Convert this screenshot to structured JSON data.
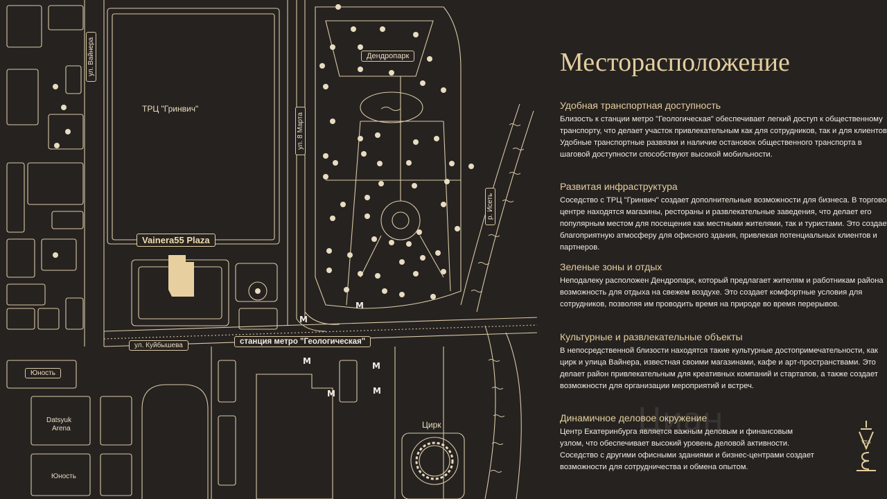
{
  "map": {
    "streets": {
      "vainera": "ул. Вайнера",
      "march8": "ул. 8 Марта",
      "kuybysheva": "ул. Куйбышева",
      "iset": "р. Исеть"
    },
    "places": {
      "grinvich": "ТРЦ \"Гринвич\"",
      "dendropark": "Дендропарк",
      "plaza": "Vainera55 Plaza",
      "metro": "станция метро \"Геологическая\"",
      "yunost1": "Юность",
      "datsyuk1": "Datsyuk",
      "datsyuk2": "Arena",
      "yunost2": "Юность",
      "circus": "Цирк"
    },
    "metro_symbol": "M",
    "colors": {
      "lines": "#d9c9a6",
      "building_highlight": "#e8cfa0",
      "background": "#262220"
    }
  },
  "panel": {
    "title": "Месторасположение",
    "sections": [
      {
        "heading": "Удобная транспортная доступность",
        "text": "Близость к станции метро \"Геологическая\" обеспечивает легкий доступ к общественному транспорту, что делает участок привлекательным как для сотрудников, так и для клиентов. Удобные транспортные развязки и наличие остановок общественного транспорта в шаговой доступности способствуют высокой мобильности."
      },
      {
        "heading": "Развитая инфраструктура",
        "text": "Соседство с ТРЦ \"Гринвич\" создает дополнительные возможности для бизнеса. В торговом центре находятся магазины, рестораны и развлекательные заведения, что делает его популярным местом для посещения как местными жителями, так и туристами. Это создает благоприятную атмосферу для офисного здания, привлекая потенциальных клиентов и партнеров."
      },
      {
        "heading": "Зеленые зоны и отдых",
        "text": "Неподалеку расположен Дендропарк, который предлагает жителям и работникам района возможность для отдыха на свежем воздухе. Это создает комфортные условия для сотрудников, позволяя им проводить время на природе во время перерывов."
      },
      {
        "heading": "Культурные и развлекательные объекты",
        "text": "В непосредственной близости находятся такие культурные достопримечательности, как цирк и улица Вайнера, известная своими магазинами, кафе и арт-пространствами. Это делает район привлекательным для креативных компаний и стартапов, а также создает возможности для организации мероприятий и встреч."
      },
      {
        "heading": "Динамичное деловое окружение",
        "text": "Центр Екатеринбурга является важным деловым и финансовым узлом, что обеспечивает высокий уровень деловой активности. Соседство с другими офисными зданиями и бизнес-центрами создает возможности для сотрудничества и обмена опытом."
      }
    ],
    "watermark": "Циан",
    "logo_text": "V55"
  }
}
